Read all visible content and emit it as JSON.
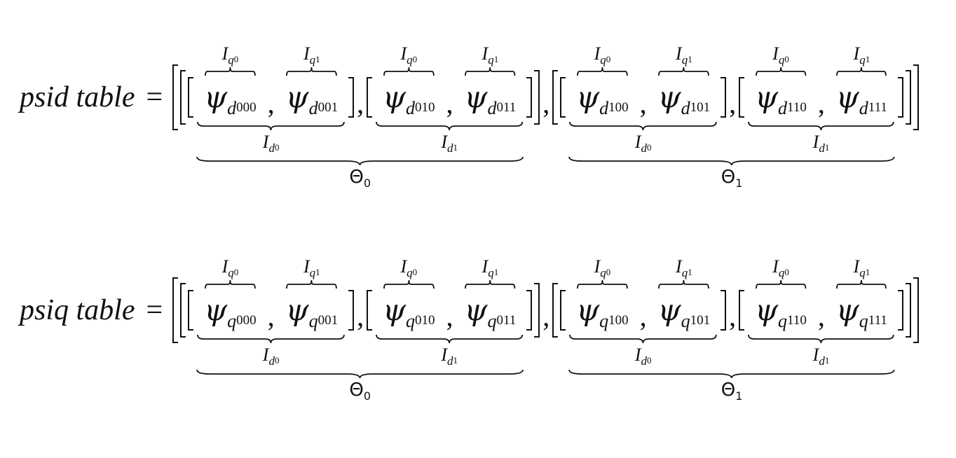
{
  "punct": {
    "equals": "=",
    "comma": ","
  },
  "rows": [
    {
      "lhs": "psid table",
      "terms": [
        {
          "sym": "ψ",
          "sub": "d",
          "subsub": "000"
        },
        {
          "sym": "ψ",
          "sub": "d",
          "subsub": "001"
        },
        {
          "sym": "ψ",
          "sub": "d",
          "subsub": "010"
        },
        {
          "sym": "ψ",
          "sub": "d",
          "subsub": "011"
        },
        {
          "sym": "ψ",
          "sub": "d",
          "subsub": "100"
        },
        {
          "sym": "ψ",
          "sub": "d",
          "subsub": "101"
        },
        {
          "sym": "ψ",
          "sub": "d",
          "subsub": "110"
        },
        {
          "sym": "ψ",
          "sub": "d",
          "subsub": "111"
        }
      ],
      "over_labels": [
        {
          "sym": "I",
          "sub": "q",
          "subsub": "0"
        },
        {
          "sym": "I",
          "sub": "q",
          "subsub": "1"
        },
        {
          "sym": "I",
          "sub": "q",
          "subsub": "0"
        },
        {
          "sym": "I",
          "sub": "q",
          "subsub": "1"
        },
        {
          "sym": "I",
          "sub": "q",
          "subsub": "0"
        },
        {
          "sym": "I",
          "sub": "q",
          "subsub": "1"
        },
        {
          "sym": "I",
          "sub": "q",
          "subsub": "0"
        },
        {
          "sym": "I",
          "sub": "q",
          "subsub": "1"
        }
      ],
      "under_labels": [
        {
          "sym": "I",
          "sub": "d",
          "subsub": "0"
        },
        {
          "sym": "I",
          "sub": "d",
          "subsub": "1"
        },
        {
          "sym": "I",
          "sub": "d",
          "subsub": "0"
        },
        {
          "sym": "I",
          "sub": "d",
          "subsub": "1"
        }
      ],
      "theta_labels": [
        {
          "sym": "Θ",
          "sub": "0"
        },
        {
          "sym": "Θ",
          "sub": "1"
        }
      ]
    },
    {
      "lhs": "psiq table",
      "terms": [
        {
          "sym": "ψ",
          "sub": "q",
          "subsub": "000"
        },
        {
          "sym": "ψ",
          "sub": "q",
          "subsub": "001"
        },
        {
          "sym": "ψ",
          "sub": "q",
          "subsub": "010"
        },
        {
          "sym": "ψ",
          "sub": "q",
          "subsub": "011"
        },
        {
          "sym": "ψ",
          "sub": "q",
          "subsub": "100"
        },
        {
          "sym": "ψ",
          "sub": "q",
          "subsub": "101"
        },
        {
          "sym": "ψ",
          "sub": "q",
          "subsub": "110"
        },
        {
          "sym": "ψ",
          "sub": "q",
          "subsub": "111"
        }
      ],
      "over_labels": [
        {
          "sym": "I",
          "sub": "q",
          "subsub": "0"
        },
        {
          "sym": "I",
          "sub": "q",
          "subsub": "1"
        },
        {
          "sym": "I",
          "sub": "q",
          "subsub": "0"
        },
        {
          "sym": "I",
          "sub": "q",
          "subsub": "1"
        },
        {
          "sym": "I",
          "sub": "q",
          "subsub": "0"
        },
        {
          "sym": "I",
          "sub": "q",
          "subsub": "1"
        },
        {
          "sym": "I",
          "sub": "q",
          "subsub": "0"
        },
        {
          "sym": "I",
          "sub": "q",
          "subsub": "1"
        }
      ],
      "under_labels": [
        {
          "sym": "I",
          "sub": "d",
          "subsub": "0"
        },
        {
          "sym": "I",
          "sub": "d",
          "subsub": "1"
        },
        {
          "sym": "I",
          "sub": "d",
          "subsub": "0"
        },
        {
          "sym": "I",
          "sub": "d",
          "subsub": "1"
        }
      ],
      "theta_labels": [
        {
          "sym": "Θ",
          "sub": "0"
        },
        {
          "sym": "Θ",
          "sub": "1"
        }
      ]
    }
  ]
}
